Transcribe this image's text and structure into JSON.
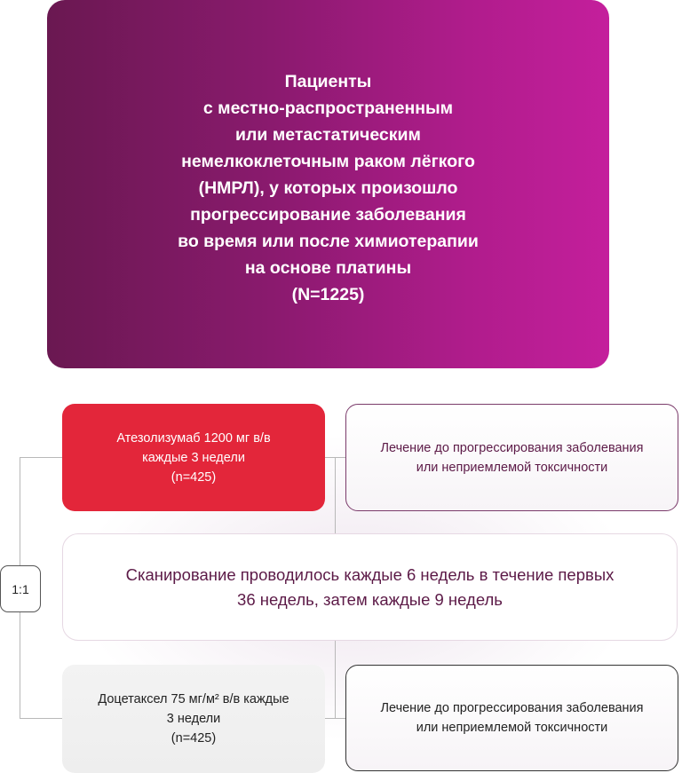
{
  "population": {
    "lines": [
      "Пациенты",
      "с местно-распространенным",
      "или метастатическим",
      "немелкоклеточным раком лёгкого",
      "(НМРЛ), у которых произошло",
      "прогрессирование заболевания",
      "во время или после химиотерапии",
      "на основе платины",
      "(N=1225)"
    ]
  },
  "randomization": {
    "ratio": "1:1"
  },
  "arms": [
    {
      "lines": [
        "Атезолизумаб 1200 мг в/в",
        "каждые 3 недели",
        "(n=425)"
      ],
      "color": "#e3263a"
    },
    {
      "lines": [
        "Доцетаксел 75 мг/м² в/в каждые",
        "3 недели",
        "(n=425)"
      ],
      "color": "#efefef"
    }
  ],
  "outcomes": [
    {
      "lines": [
        "Лечение до прогрессирования заболевания",
        "или неприемлемой токсичности"
      ],
      "border": "#7b3b6b"
    },
    {
      "lines": [
        "Лечение до прогрессирования заболевания",
        "или неприемлемой токсичности"
      ],
      "border": "#333333"
    }
  ],
  "scan": {
    "lines": [
      "Сканирование проводилось каждые 6 недель в течение первых",
      "36 недель, затем каждые 9 недель"
    ]
  },
  "colors": {
    "gradient_start": "#6a1851",
    "gradient_end": "#c41f9c",
    "accent_red": "#e3263a",
    "text_plum": "#5c1a47"
  }
}
